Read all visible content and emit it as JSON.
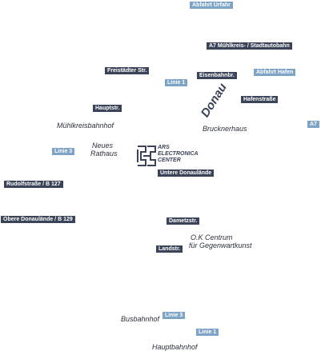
{
  "labels": {
    "abfahrt_urfahr": "Abfahrt Urfahr",
    "a7_muehlkreis": "A7 Mühlkreis- / Stadtautobahn",
    "freistaedter": "Freistädter Str.",
    "linie1_top": "Linie 1",
    "eisenbahnbr": "Eisenbahnbr.",
    "abfahrt_hafen": "Abfahrt Hafen",
    "hafenstrasse": "Hafenstraße",
    "hauptstr": "Hauptstr.",
    "a7_right": "A7",
    "linie3_left": "Linie 3",
    "untere_donaulaende": "Untere Donaulände",
    "rudolfstrasse": "Rudolfstraße / B 127",
    "obere_donaulaende": "Obere Donaulände  / B 129",
    "dametzstr": "Dametzstr.",
    "landstr": "Landstr.",
    "linie3_bottom": "Linie 3",
    "linie1_bottom": "Linie 1"
  },
  "places": {
    "muehlkreisbahnhof": "Mühlkreisbahnhof",
    "neues_rathaus_1": "Neues",
    "neues_rathaus_2": "Rathaus",
    "brucknerhaus": "Brucknerhaus",
    "ok_centrum_1": "O.K Centrum",
    "ok_centrum_2": "für Gegenwartkunst",
    "busbahnhof": "Busbahnhof",
    "hauptbahnhof": "Hauptbahnhof"
  },
  "river": "Donau",
  "logo": {
    "line1": "ARS",
    "line2": "ELECTRONICA",
    "line3": "CENTER"
  },
  "colors": {
    "road_tag": "#3a4357",
    "transit_tag": "#7da3c6",
    "text": "#2a2f3a"
  }
}
